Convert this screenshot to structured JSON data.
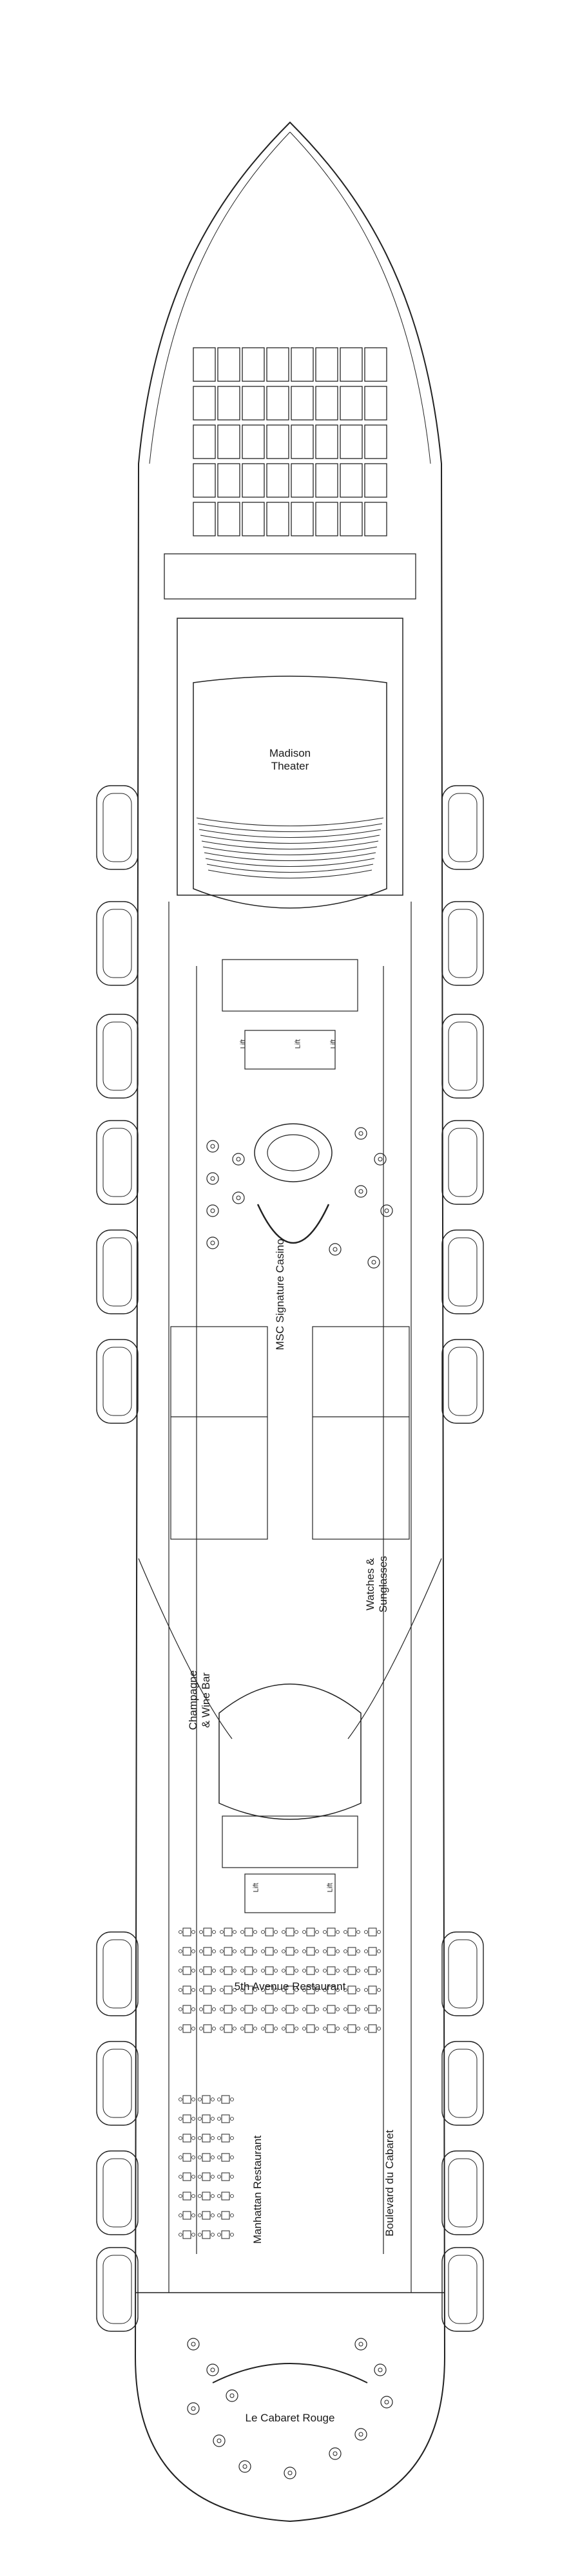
{
  "labels": {
    "madison_line1": "Madison",
    "madison_line2": "Theater",
    "casino": "MSC Signature Casino",
    "champagne_line1": "Champagne",
    "champagne_line2": "& Wine Bar",
    "watches_line1": "Watches &",
    "watches_line2": "Sunglasses",
    "fifth_avenue": "5th Avenue Restaurant",
    "manhattan": "Manhattan Restaurant",
    "boulevard": "Boulevard du Cabaret",
    "cabaret": "Le Cabaret Rouge",
    "lift": "Lift"
  },
  "colors": {
    "line": "#222222",
    "background": "#ffffff"
  },
  "map": {
    "type": "ship deck plan",
    "orientation": "bow at top, stern at bottom",
    "lifeboat_icon": "lifeboat-icon",
    "lifeboats_per_side": 10
  }
}
